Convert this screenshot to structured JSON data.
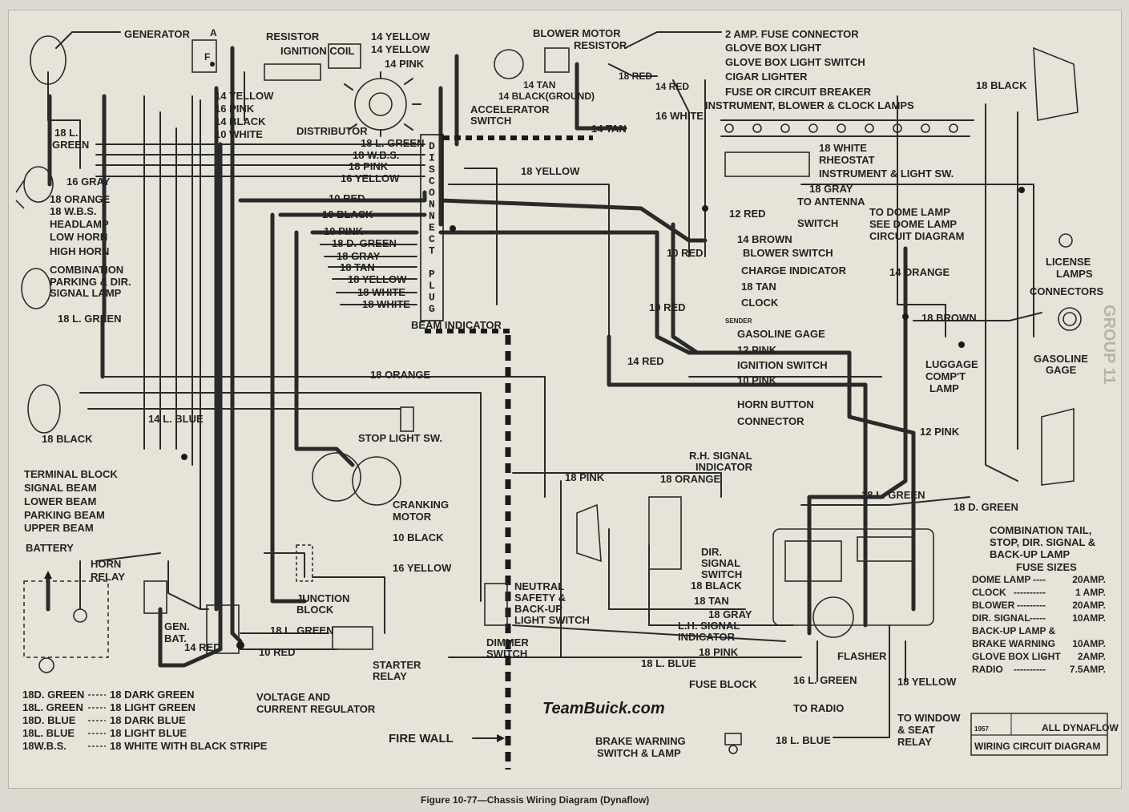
{
  "caption": "Figure 10-77—Chassis Wiring Diagram (Dynaflow)",
  "brand": "TeamBuick.com",
  "title_block": {
    "year": "1957",
    "series": "ALL DYNAFLOW",
    "title": "WIRING CIRCUIT DIAGRAM"
  },
  "connector": {
    "letters": [
      "D",
      "I",
      "S",
      "C",
      "O",
      "N",
      "N",
      "E",
      "C",
      "T",
      "",
      "P",
      "L",
      "U",
      "G"
    ]
  },
  "labels": {
    "generator": "GENERATOR",
    "gen_a": "A",
    "gen_f": "F",
    "resistor": "RESISTOR",
    "ignition_coil": "IGNITION COIL",
    "y14a": "14 YELLOW",
    "y14b": "14 YELLOW",
    "p14": "14 PINK",
    "blower_motor": "BLOWER MOTOR",
    "resistor2": "RESISTOR",
    "tan14": "14 TAN",
    "black14g": "14 BLACK(GROUND)",
    "fuse_conn": "2 AMP. FUSE CONNECTOR",
    "glove_light": "GLOVE BOX LIGHT",
    "glove_switch": "GLOVE BOX LIGHT SWITCH",
    "red18": "18 RED",
    "cigar": "CIGAR LIGHTER",
    "red14": "14 RED",
    "fuse_breaker": "FUSE OR CIRCUIT BREAKER",
    "instr_lamps": "INSTRUMENT, BLOWER & CLOCK LAMPS",
    "black18": "18 BLACK",
    "y14c": "14 YELLOW",
    "p16": "16 PINK",
    "b14": "14 BLACK",
    "w10": "10 WHITE",
    "distributor": "DISTRIBUTOR",
    "accel": "ACCELERATOR",
    "accel_sw": "SWITCH",
    "tan14b": "14 TAN",
    "white16": "16 WHITE",
    "lgreen18a": "18 L. GREEN",
    "lgreen18b": "18 L.",
    "lgreen18c": "GREEN",
    "wbs18": "18 W.B.S.",
    "pink18": "18 PINK",
    "yellow16": "16 YELLOW",
    "gray16": "16 GRAY",
    "orange18": "18 ORANGE",
    "wbs18b": "18 W.B.S.",
    "headlamp": "HEADLAMP",
    "low_horn": "LOW HORN",
    "high_horn": "HIGH HORN",
    "combo1": "COMBINATION",
    "combo2": "PARKING & DIR.",
    "combo3": "SIGNAL LAMP",
    "yellow18": "18 YELLOW",
    "white18": "18 WHITE",
    "rheostat": "RHEOSTAT",
    "instr_sw": "INSTRUMENT & LIGHT SW.",
    "gray18": "18 GRAY",
    "to_antenna1": "TO ANTENNA",
    "to_antenna2": "SWITCH",
    "red12": "12 RED",
    "red10": "10 RED",
    "black10": "10 BLACK",
    "pink10": "10 PINK",
    "dgreen18": "18 D. GREEN",
    "gray18b": "18 GRAY",
    "tan18": "18 TAN",
    "yellow18b": "18 YELLOW",
    "white18b": "18 WHITE",
    "white18c": "18 WHITE",
    "to_dome1": "TO DOME LAMP",
    "to_dome2": "SEE DOME LAMP",
    "to_dome3": "CIRCUIT DIAGRAM",
    "brown14": "14 BROWN",
    "blower_sw": "BLOWER SWITCH",
    "red10b": "10 RED",
    "charge": "CHARGE INDICATOR",
    "orange14": "14 ORANGE",
    "tan18b": "18 TAN",
    "clock": "CLOCK",
    "red10c": "10 RED",
    "license1": "LICENSE",
    "license2": "LAMPS",
    "connectors": "CONNECTORS",
    "brown18": "18 BROWN",
    "sender": "SENDER",
    "gas_gage": "GASOLINE GAGE",
    "pink12": "12 PINK",
    "ign_sw": "IGNITION SWITCH",
    "pink10b": "10 PINK",
    "red14b": "14 RED",
    "lgreen18d": "18 L. GREEN",
    "beam_ind": "BEAM INDICATOR",
    "luggage1": "LUGGAGE",
    "luggage2": "COMP'T",
    "luggage3": "LAMP",
    "gasoline2a": "GASOLINE",
    "gasoline2b": "GAGE",
    "orange18b": "18 ORANGE",
    "horn_button": "HORN BUTTON",
    "connector": "CONNECTOR",
    "lblue14": "14 L. BLUE",
    "black18b": "18 BLACK",
    "stop_light": "STOP LIGHT SW.",
    "pink12b": "12 PINK",
    "rh1": "R.H. SIGNAL",
    "rh2": "INDICATOR",
    "orange18c": "18 ORANGE",
    "pink18b": "18 PINK",
    "terminal": "TERMINAL BLOCK",
    "signal_beam": "SIGNAL BEAM",
    "lower_beam": "LOWER BEAM",
    "parking_beam": "PARKING BEAM",
    "upper_beam": "UPPER BEAM",
    "cranking1": "CRANKING",
    "cranking2": "MOTOR",
    "lgreen18e": "18 L. GREEN",
    "dgreen18b": "18 D. GREEN",
    "battery": "BATTERY",
    "horn1": "HORN",
    "horn2": "RELAY",
    "black10b": "10 BLACK",
    "combo_tail1": "COMBINATION TAIL,",
    "combo_tail2": "STOP, DIR. SIGNAL &",
    "combo_tail3": "BACK-UP LAMP",
    "dir1": "DIR.",
    "dir2": "SIGNAL",
    "dir3": "SWITCH",
    "yellow16b": "16 YELLOW",
    "junction1": "JUNCTION",
    "junction2": "BLOCK",
    "black18c": "18 BLACK",
    "neutral1": "NEUTRAL",
    "neutral2": "SAFETY &",
    "neutral3": "BACK-UP",
    "neutral4": "LIGHT SWITCH",
    "tan18c": "18 TAN",
    "gray18c": "18 GRAY",
    "lh1": "L.H. SIGNAL",
    "lh2": "INDICATOR",
    "gen_lbl": "GEN.",
    "bat_lbl": "BAT.",
    "lgreen18f": "18 L. GREEN",
    "red10d": "10 RED",
    "red14c": "14 RED",
    "dimmer1": "DIMMER",
    "dimmer2": "SWITCH",
    "pink18c": "18 PINK",
    "starter1": "STARTER",
    "starter2": "RELAY",
    "lblue18": "18 L. BLUE",
    "flasher": "FLASHER",
    "fuse_block": "FUSE BLOCK",
    "lgreen16": "16 L. GREEN",
    "to_radio": "TO RADIO",
    "yellow18c": "18 YELLOW",
    "voltage1": "VOLTAGE AND",
    "voltage2": "CURRENT REGULATOR",
    "fire_wall": "FIRE WALL",
    "brake1": "BRAKE WARNING",
    "brake2": "SWITCH & LAMP",
    "lblue18b": "18 L. BLUE",
    "window1": "TO WINDOW",
    "window2": "& SEAT",
    "window3": "RELAY",
    "group": "GROUP 11"
  },
  "fuse_sizes": {
    "title": "FUSE SIZES",
    "rows": [
      {
        "name": "DOME LAMP",
        "dots": "----",
        "value": "20AMP."
      },
      {
        "name": "CLOCK",
        "dots": "----------",
        "value": "1 AMP."
      },
      {
        "name": "BLOWER",
        "dots": "---------",
        "value": "20AMP."
      },
      {
        "name": "DIR. SIGNAL",
        "dots": "-----",
        "value": "10AMP."
      },
      {
        "name": "BACK-UP LAMP &",
        "dots": "",
        "value": ""
      },
      {
        "name": "BRAKE WARNING",
        "dots": "-",
        "value": "10AMP."
      },
      {
        "name": "GLOVE BOX LIGHT",
        "dots": "-",
        "value": "2AMP."
      },
      {
        "name": "RADIO",
        "dots": "----------",
        "value": "7.5AMP."
      }
    ]
  },
  "legend": [
    {
      "code": "18D. GREEN",
      "meaning": "18 DARK GREEN"
    },
    {
      "code": "18L. GREEN",
      "meaning": "18 LIGHT GREEN"
    },
    {
      "code": "18D. BLUE",
      "meaning": "18 DARK BLUE"
    },
    {
      "code": "18L. BLUE",
      "meaning": "18 LIGHT BLUE"
    },
    {
      "code": "18W.B.S.",
      "meaning": "18 WHITE WITH BLACK STRIPE"
    }
  ]
}
